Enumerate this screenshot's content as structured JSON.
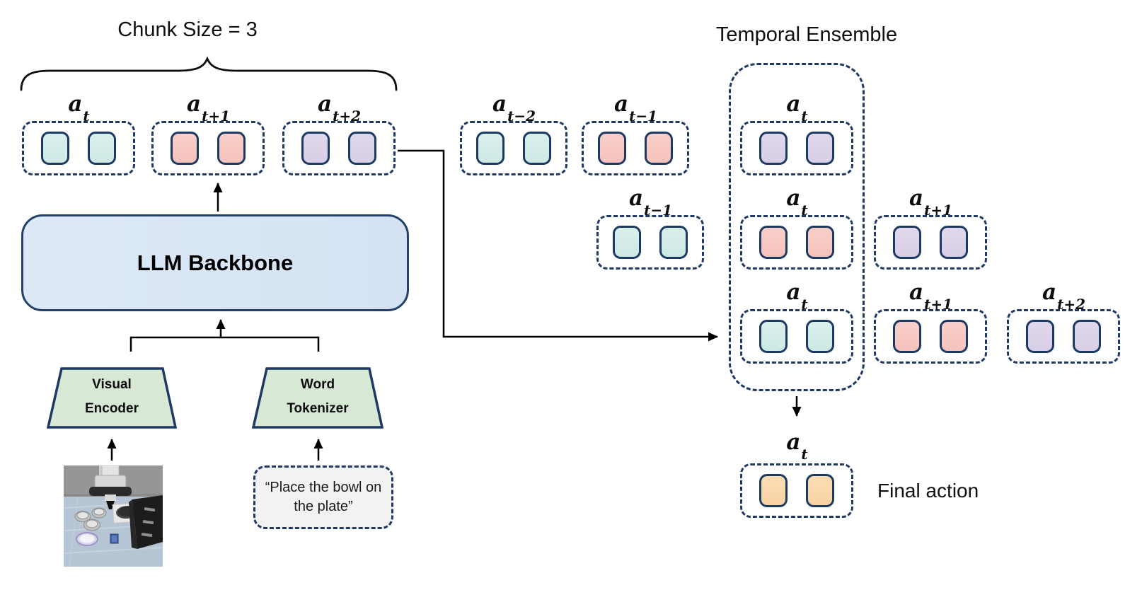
{
  "math_a": "a",
  "palette": {
    "dashed_border_navy": "#1f3864",
    "token_border_navy": "#1d3a63",
    "token_teal": "#d3ebe7",
    "token_pink": "#f7c8c3",
    "token_purple": "#dcd3e9",
    "token_orange": "#fad8ad",
    "llm_fill": "#d9e6f5",
    "encoder_fill": "#d7e9d4",
    "instruction_fill": "#f2f2f2"
  },
  "left": {
    "title": "Chunk Size = 3",
    "chunks": [
      {
        "sub": "t",
        "color": "teal"
      },
      {
        "sub": "t+1",
        "color": "pink"
      },
      {
        "sub": "t+2",
        "color": "purple"
      }
    ],
    "llm_label": "LLM Backbone",
    "visual_encoder": {
      "line1": "Visual",
      "line2": "Encoder"
    },
    "word_tokenizer": {
      "line1": "Word",
      "line2": "Tokenizer"
    },
    "instruction": {
      "line1": "“Place the bowl on",
      "line2": "the plate”"
    }
  },
  "right": {
    "title": "Temporal Ensemble",
    "rows": [
      {
        "chunks": [
          {
            "sub": "t−2",
            "color": "teal"
          },
          {
            "sub": "t−1",
            "color": "pink"
          },
          {
            "sub": "t",
            "color": "purple"
          }
        ]
      },
      {
        "chunks": [
          {
            "sub": "t−1",
            "color": "teal"
          },
          {
            "sub": "t",
            "color": "pink"
          },
          {
            "sub": "t+1",
            "color": "purple"
          }
        ]
      },
      {
        "chunks": [
          {
            "sub": "t",
            "color": "teal"
          },
          {
            "sub": "t+1",
            "color": "pink"
          },
          {
            "sub": "t+2",
            "color": "purple"
          }
        ]
      }
    ],
    "final": {
      "sub": "t",
      "color": "orange",
      "caption": "Final action"
    }
  }
}
